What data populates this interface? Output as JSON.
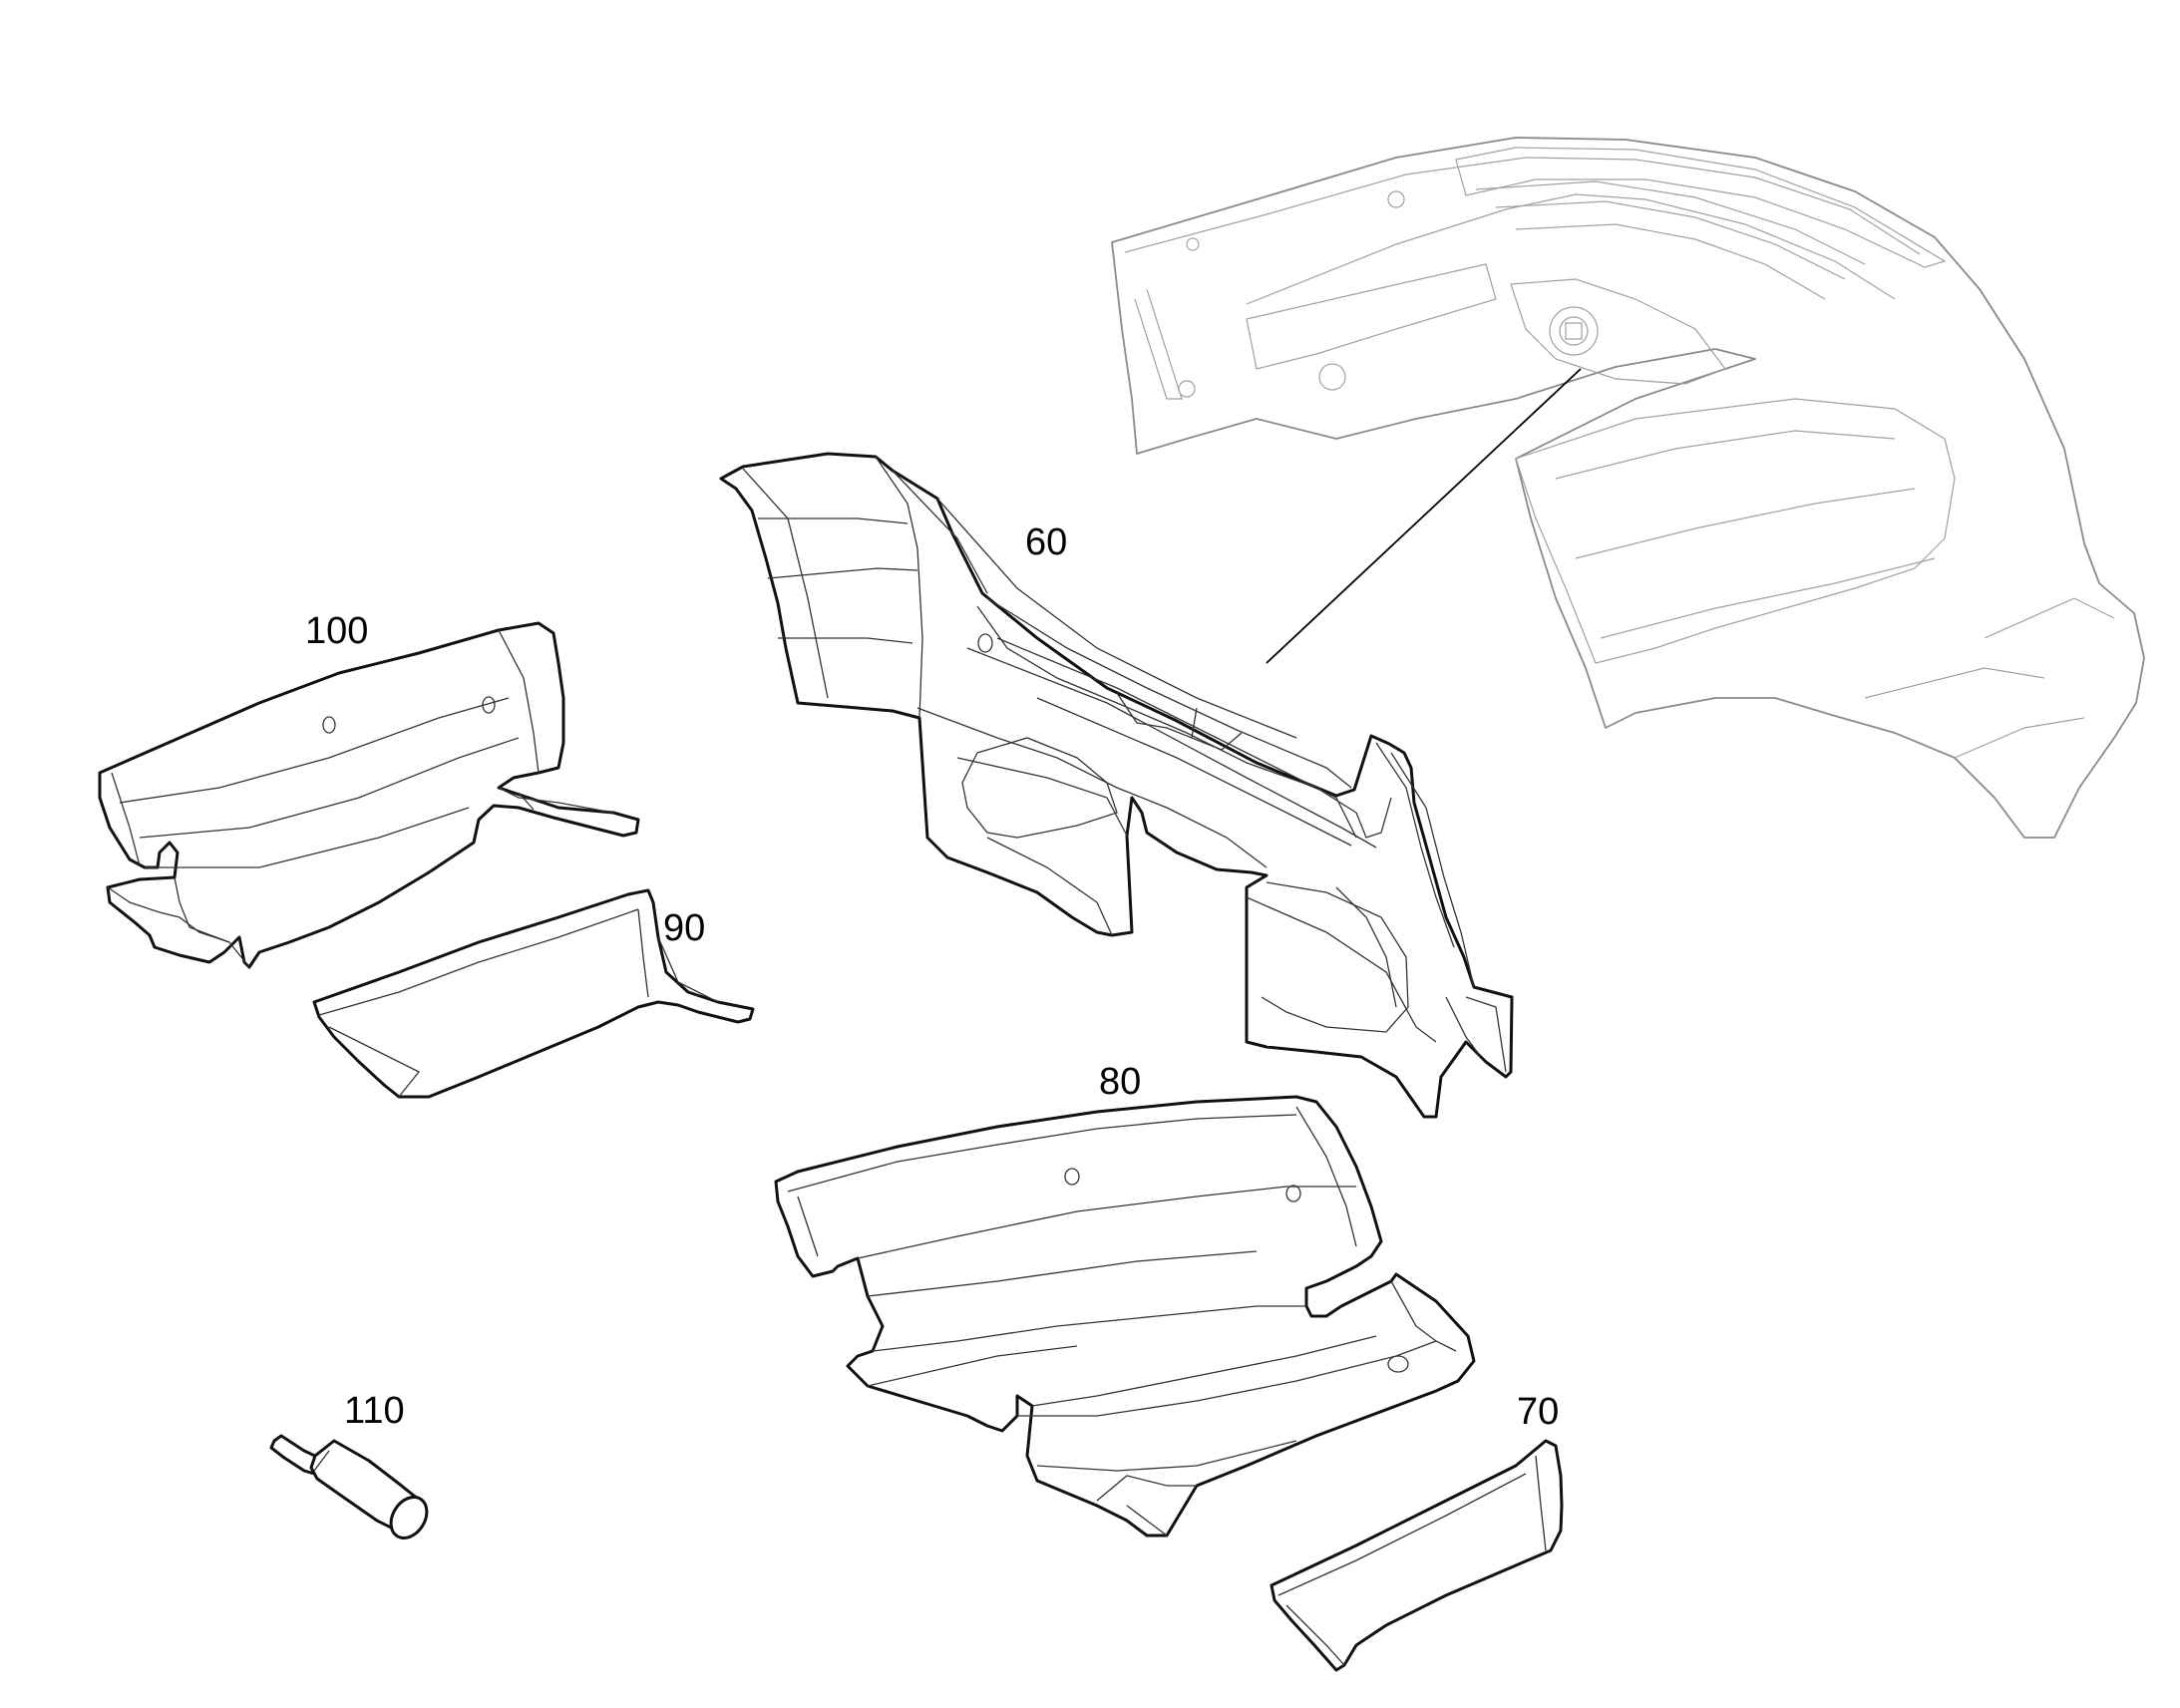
{
  "labels": {
    "p60": "60",
    "p70": "70",
    "p80": "80",
    "p90": "90",
    "p100": "100",
    "p110": "110"
  },
  "colors": {
    "line": "#111111",
    "ghost": "#8a8a8a",
    "background": "#ffffff"
  }
}
